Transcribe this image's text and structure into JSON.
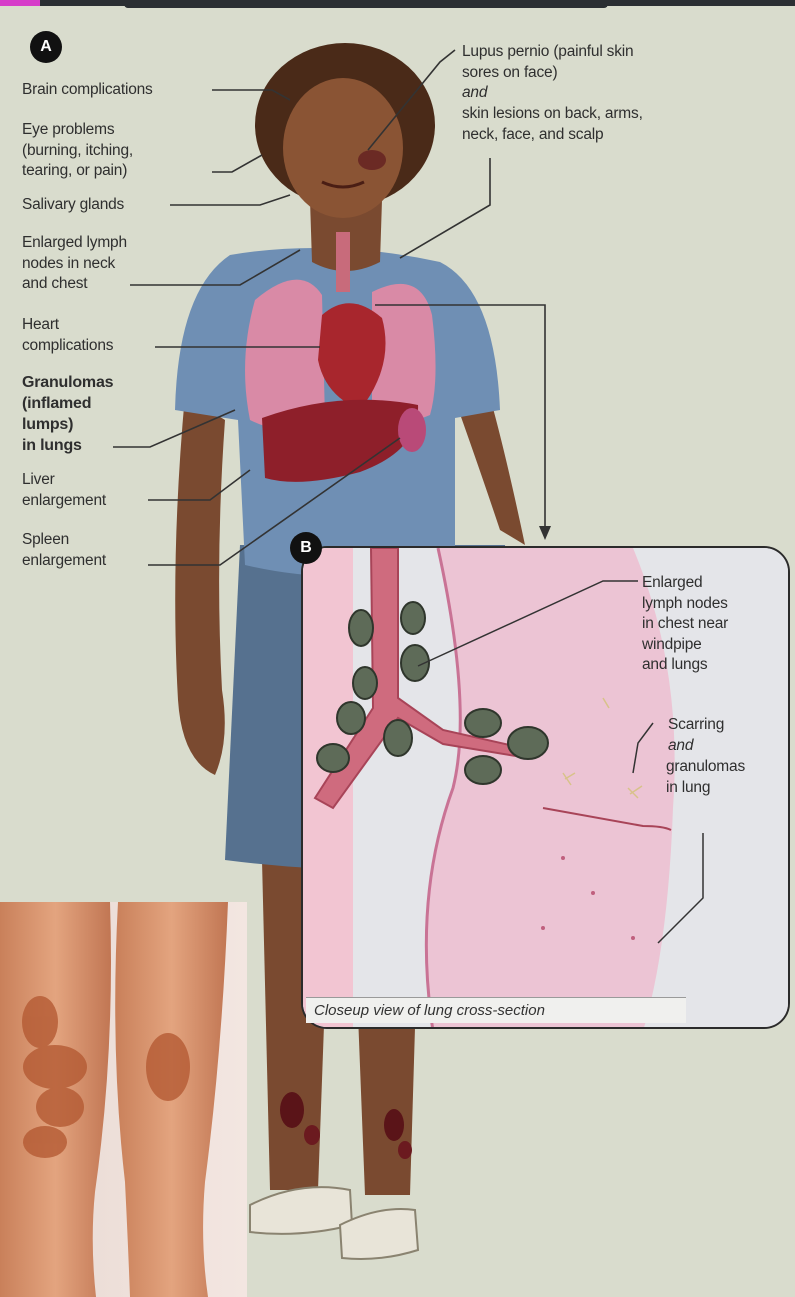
{
  "panel_a": {
    "marker": "A",
    "labels": {
      "brain": "Brain complications",
      "eye": "Eye problems\n(burning, itching,\ntearing, or pain)",
      "salivary": "Salivary glands",
      "lymph_neck": "Enlarged lymph\nnodes in neck\nand chest",
      "heart": "Heart\ncomplications",
      "granulomas": "Granulomas\n(inflamed\nlumps)\nin lungs",
      "liver": "Liver\nenlargement",
      "spleen": "Spleen\nenlargement",
      "lupus_line1": "Lupus pernio (painful skin\nsores on face)",
      "lupus_and": "and",
      "lupus_line2": "skin lesions on back, arms,\nneck, face, and scalp"
    }
  },
  "panel_b": {
    "marker": "B",
    "labels": {
      "lymph_chest": "Enlarged\nlymph nodes\nin chest near\nwindpipe\nand lungs",
      "scarring": "Scarring",
      "scarring_and": "and",
      "granulomas_lung": "granulomas\nin lung"
    },
    "caption": "Closeup view of lung cross-section"
  },
  "colors": {
    "background": "#d9dccd",
    "shirt": "#6f8fb4",
    "skirt": "#56718f",
    "skin": "#7a4a30",
    "lung": "#d98aa6",
    "heart": "#a8262d",
    "liver": "#8e1f2a",
    "lymph_node": "#5e6b58",
    "lung_tissue": "#ecc4d4"
  }
}
